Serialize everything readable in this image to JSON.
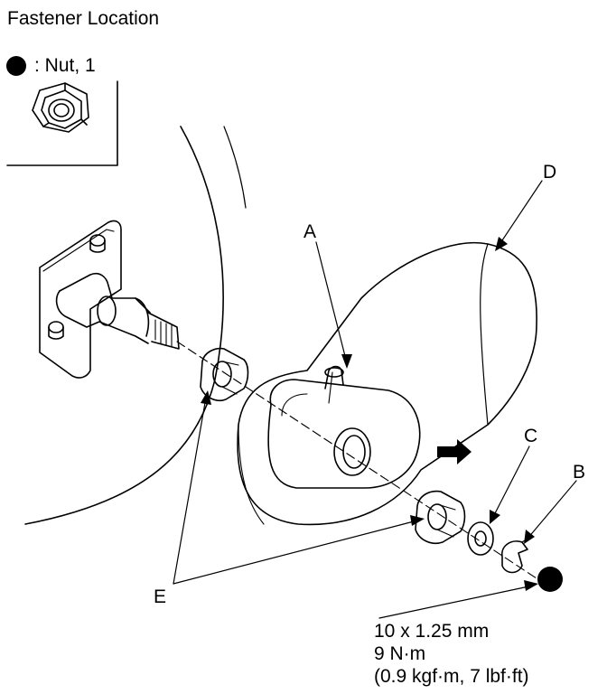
{
  "title": "Fastener Location",
  "legend": {
    "symbol": "filled-circle",
    "text": ": Nut, 1"
  },
  "callouts": {
    "a": "A",
    "b": "B",
    "c": "C",
    "d": "D",
    "e": "E"
  },
  "spec": {
    "line1": "10 x 1.25 mm",
    "line2": "9 N·m",
    "line3": "(0.9 kgf·m, 7 lbf·ft)"
  },
  "colors": {
    "ink": "#000000",
    "paper": "#ffffff"
  }
}
